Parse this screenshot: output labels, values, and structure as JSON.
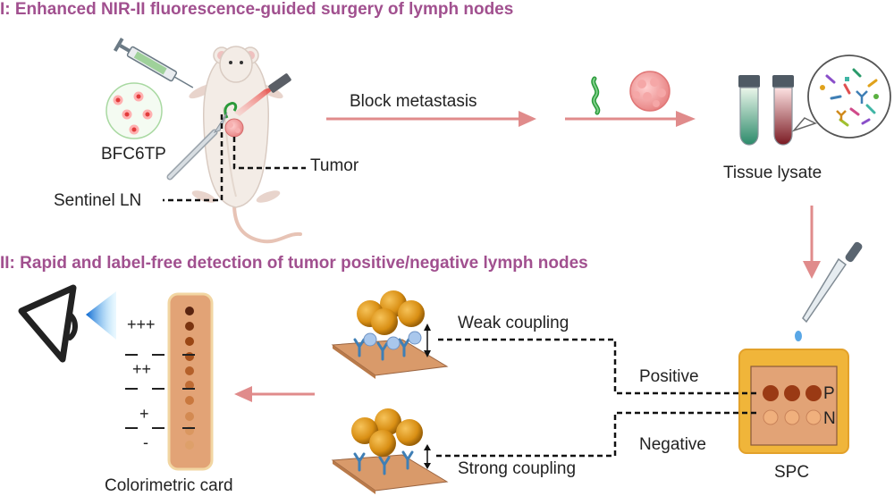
{
  "section1": {
    "title": "I: Enhanced NIR-II fluorescence-guided surgery of lymph nodes"
  },
  "section2": {
    "title": "II: Rapid and label-free detection of tumor positive/negative lymph nodes"
  },
  "labels": {
    "probe": "BFC6TP",
    "tumor": "Tumor",
    "sentinel": "Sentinel LN",
    "block": "Block metastasis",
    "lysate": "Tissue lysate",
    "weak": "Weak coupling",
    "strong": "Strong coupling",
    "positive": "Positive",
    "negative": "Negative",
    "spc": "SPC",
    "card": "Colorimetric card",
    "p": "P",
    "n": "N"
  },
  "card_levels": [
    "+++",
    "++",
    "+",
    "-"
  ],
  "colors": {
    "title": "#a1508f",
    "arrow": "#e08b8b",
    "substrate": "#d99a6a",
    "gold": "#e09a1c",
    "antibody": "#3f7fb5",
    "card": "#e2a376",
    "spc_frame": "#f0b53a",
    "positive_spot": "#9a3a14"
  },
  "icons": [
    "syringe-icon",
    "mouse-icon",
    "scalpel-icon",
    "laser-icon",
    "tumor-cell-icon",
    "tube-icon",
    "eye-icon",
    "dropper-icon"
  ]
}
